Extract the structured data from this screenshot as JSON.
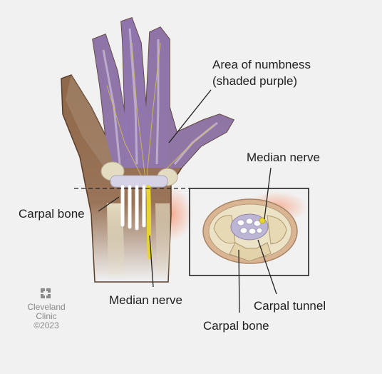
{
  "labels": {
    "numbness_line1": "Area of numbness",
    "numbness_line2": "(shaded purple)",
    "median_nerve_top": "Median nerve",
    "carpal_bone_left": "Carpal bone",
    "median_nerve_bottom": "Median nerve",
    "carpal_tunnel": "Carpal tunnel",
    "carpal_bone_bottom": "Carpal bone"
  },
  "brand": {
    "name_line1": "Cleveland",
    "name_line2": "Clinic",
    "copyright": "©2023",
    "logo_icon": "cleveland-clinic-logo-icon"
  },
  "colors": {
    "background": "#f1f1f1",
    "skin": "#8a6244",
    "numbness_purple": "#8f78b9",
    "nerve_yellow": "#e8d530",
    "bone": "#e4dcc1",
    "inflammation": "#f4b49a",
    "leader_line": "#222222"
  }
}
